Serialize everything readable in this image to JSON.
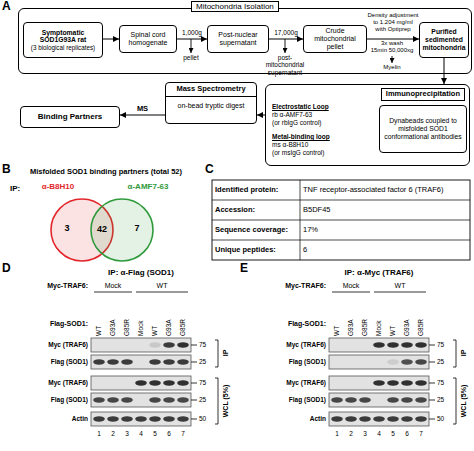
{
  "diagram": {
    "nodes": [
      {
        "text": [
          "Mitochondria Isolation"
        ]
      },
      {
        "text": [
          "Symptomatic SOD1G93A rat",
          "(3 biological replicates)"
        ],
        "in": 0
      },
      {
        "text": [
          "Spinal cord homogenate"
        ],
        "in": 0
      },
      {
        "text": [
          "Post-nuclear supernatant"
        ],
        "in": 0
      },
      {
        "text": [
          "Crude mitochondrial pellet"
        ],
        "in": 0
      },
      {
        "text": [
          "Purified sedimented mitochondria"
        ],
        "in": 0
      },
      {
        "text": [
          "Immunoprecipitation"
        ]
      },
      {
        "text": [
          "Dynabeads coupled to misfolded SOD1 conformational antibodies"
        ],
        "in": 6
      },
      {
        "text": [
          "Mass Spectrometry",
          "on-bead tryptic digest"
        ]
      },
      {
        "text": [
          "Binding Partners"
        ]
      },
      {
        "text": [
          "α-B8H10",
          "3"
        ]
      },
      {
        "text": [
          "α-AMF7-63",
          "7"
        ]
      }
    ],
    "edges": [
      {
        "from": 1,
        "to": 2,
        "arrow": "to"
      },
      {
        "from": 2,
        "to": 3,
        "label": "1,000g",
        "arrow": "to"
      },
      {
        "from": 3,
        "to": 4,
        "label": "17,000g",
        "arrow": "to"
      },
      {
        "from": 4,
        "to": 5,
        "label": "Density adjustment to 1.204 mg/ml with Optiprep",
        "arrow": "to"
      },
      {
        "from": 5,
        "to": 6,
        "arrow": "to"
      },
      {
        "from": 6,
        "to": 8,
        "arrow": "to"
      },
      {
        "from": 8,
        "to": 9,
        "label": "MS",
        "arrow": "to"
      }
    ],
    "labels": [
      "A",
      "pellet",
      "post-mitochondrial supernatant",
      "3x wash",
      "15min 50,000xg",
      "Myelin",
      "Electrostatic Loop",
      "rb α-AMF7-63",
      "(or rbIgG control)",
      "Metal-binding loop",
      "ms α-B8H10",
      "(or msIgG control)",
      "B",
      "Misfolded SOD1 binding partners (total 52)",
      "IP:",
      "42",
      "C",
      "Identified protein:",
      "TNF receptor-associated factor 6 (TRAF6)",
      "Accession:",
      "B5DF45",
      "Sequence coverage:",
      "17%",
      "Unique peptides:",
      "6",
      "D",
      "IP: α-Flag (SOD1)",
      "Myc-TRAF6:",
      "Mock",
      "WT",
      "Flag-SOD1:",
      "WT",
      "G93A",
      "G85R",
      "Mock",
      "WT",
      "G93A",
      "G85R",
      "Myc (TRAF6)",
      "Flag (SOD1)",
      "Myc (TRAF6)",
      "Flag (SOD1)",
      "Actin",
      "75",
      "25",
      "75",
      "25",
      "50",
      "IP",
      "WCL (5%)",
      "1",
      "2",
      "3",
      "4",
      "5",
      "6",
      "7",
      "E",
      "IP: α-Myc (TRAF6)",
      "Myc-TRAF6:",
      "Mock",
      "WT",
      "Flag-SOD1:",
      "WT",
      "G93A",
      "G85R",
      "Mock",
      "WT",
      "G93A",
      "G85R",
      "Myc (TRAF6)",
      "Flag (SOD1)",
      "Myc (TRAF6)",
      "Flag (SOD1)",
      "Actin",
      "75",
      "25",
      "75",
      "25",
      "50",
      "IP",
      "WCL (5%)",
      "1",
      "2",
      "3",
      "4",
      "5",
      "6",
      "7"
    ]
  }
}
